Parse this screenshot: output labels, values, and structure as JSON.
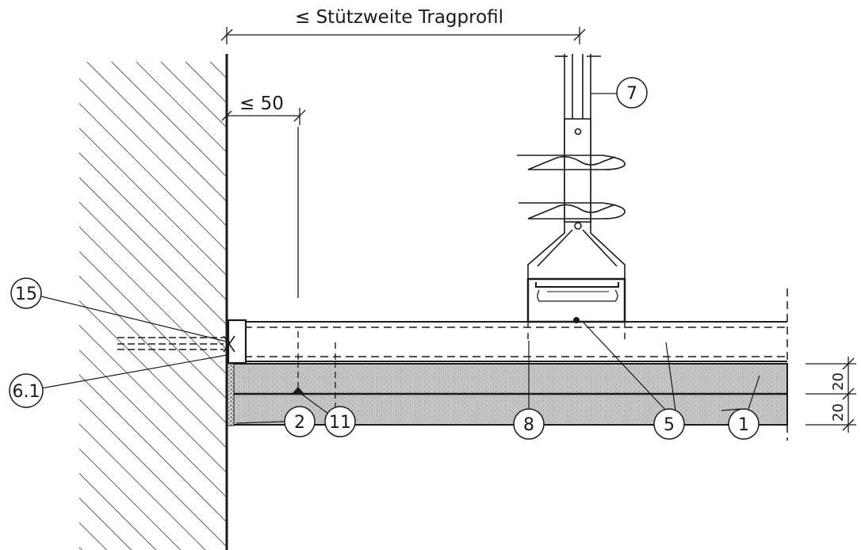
{
  "dimensions": {
    "top_span": "≤ Stützweite Tragprofil",
    "edge_distance": "≤ 50",
    "board_upper": "20",
    "board_lower": "20"
  },
  "callouts": [
    {
      "id": "15"
    },
    {
      "id": "6.1"
    },
    {
      "id": "2"
    },
    {
      "id": "11"
    },
    {
      "id": "8"
    },
    {
      "id": "5"
    },
    {
      "id": "1"
    },
    {
      "id": "7"
    }
  ],
  "colors": {
    "line": "#1a1a1a",
    "board_fill": "#c9c9c9",
    "wall_hatch": "#1a1a1a"
  }
}
